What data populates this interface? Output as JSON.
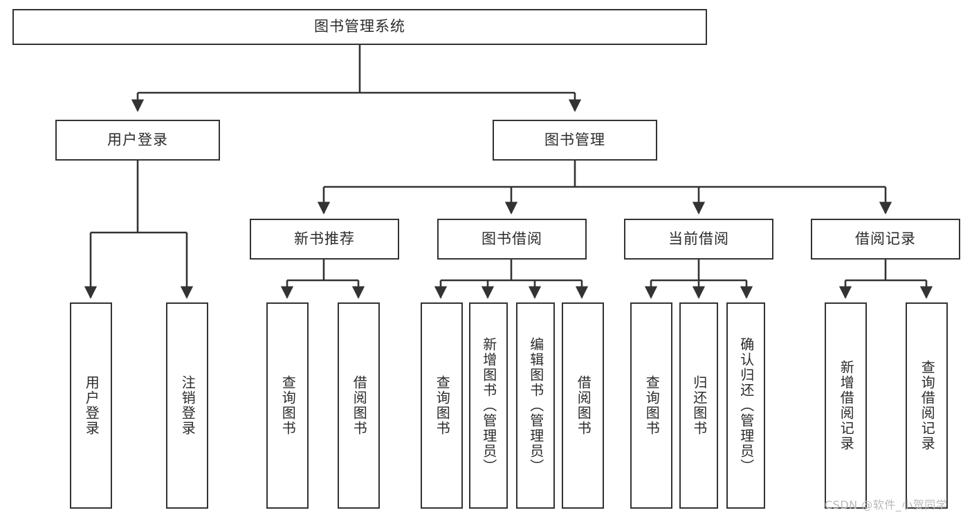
{
  "diagram": {
    "title": "图书管理系统",
    "type": "tree-hierarchy",
    "watermark": "CSDN @软件_小贺同学",
    "colors": {
      "background": "#ffffff",
      "stroke": "#333333",
      "text": "#2b2b2b",
      "watermark": "#b9b9b9"
    },
    "levels": {
      "root": {
        "label": "图书管理系统"
      },
      "level2": [
        {
          "label": "用户登录"
        },
        {
          "label": "图书管理"
        }
      ],
      "level3": [
        {
          "label": "新书推荐"
        },
        {
          "label": "图书借阅"
        },
        {
          "label": "当前借阅"
        },
        {
          "label": "借阅记录"
        }
      ],
      "leaves": [
        {
          "label": "用户登录",
          "parent": "用户登录"
        },
        {
          "label": "注销登录",
          "parent": "用户登录"
        },
        {
          "label": "查询图书",
          "parent": "新书推荐"
        },
        {
          "label": "借阅图书",
          "parent": "新书推荐"
        },
        {
          "label": "查询图书",
          "parent": "图书借阅"
        },
        {
          "label": "新增图书（管理员）",
          "parent": "图书借阅"
        },
        {
          "label": "编辑图书（管理员）",
          "parent": "图书借阅"
        },
        {
          "label": "借阅图书",
          "parent": "图书借阅"
        },
        {
          "label": "查询图书",
          "parent": "当前借阅"
        },
        {
          "label": "归还图书",
          "parent": "当前借阅"
        },
        {
          "label": "确认归还（管理员）",
          "parent": "当前借阅"
        },
        {
          "label": "新增借阅记录",
          "parent": "借阅记录"
        },
        {
          "label": "查询借阅记录",
          "parent": "借阅记录"
        }
      ]
    }
  }
}
